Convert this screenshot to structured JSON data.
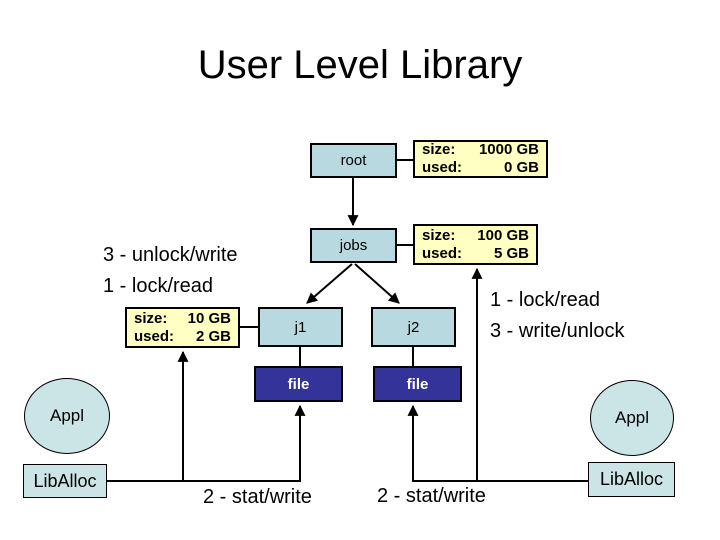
{
  "slide": {
    "title": "User Level Library"
  },
  "colors": {
    "background": "#ffffff",
    "node_fill": "#b9d9e0",
    "client_fill": "#cbe5e6",
    "file_fill": "#333399",
    "usage_fill": "#ffffc2",
    "line": "#000000"
  },
  "nodes": {
    "root": "root",
    "jobs": "jobs",
    "j1": "j1",
    "j2": "j2",
    "file1": "file",
    "file2": "file"
  },
  "usage_boxes": {
    "root": {
      "size_label": "size:",
      "size_value": "1000 GB",
      "used_label": "used:",
      "used_value": "0 GB"
    },
    "jobs": {
      "size_label": "size:",
      "size_value": "100 GB",
      "used_label": "used:",
      "used_value": "5 GB"
    },
    "j1": {
      "size_label": "size:",
      "size_value": "10 GB",
      "used_label": "used:",
      "used_value": "2 GB"
    }
  },
  "operations": {
    "left": {
      "line1": "3 - unlock/write",
      "line2": "1 - lock/read"
    },
    "right": {
      "line1": "1 - lock/read",
      "line2": "3 - write/unlock"
    },
    "bottom_left": "2 - stat/write",
    "bottom_right": "2 - stat/write"
  },
  "clients": {
    "left": {
      "app": "Appl",
      "lib": "LibAlloc"
    },
    "right": {
      "app": "Appl",
      "lib": "LibAlloc"
    }
  }
}
